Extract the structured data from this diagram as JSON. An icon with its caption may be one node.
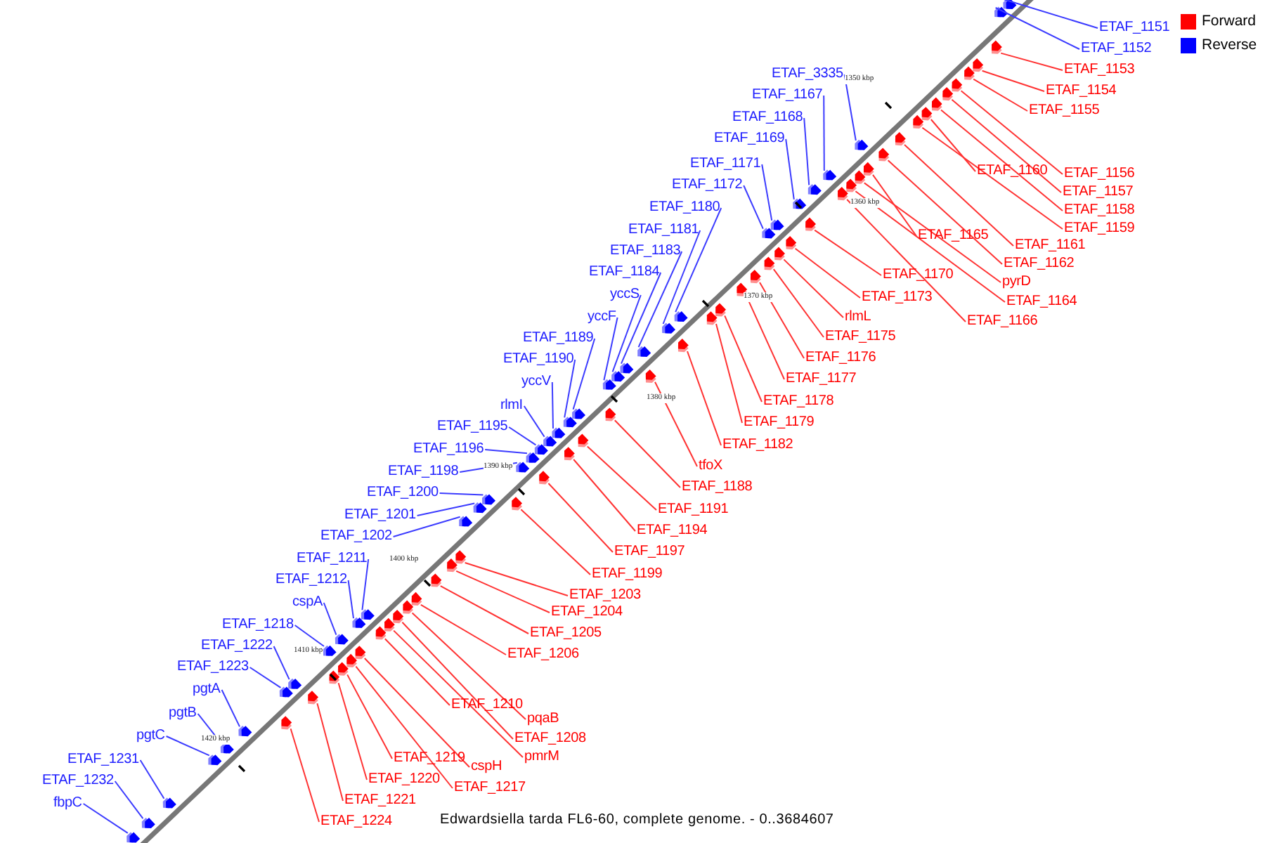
{
  "diagram": {
    "caption": "Edwardsiella tarda FL6-60, complete genome. - 0..3684607",
    "nodes": [
      {
        "text": [
          "ETAF_1151"
        ]
      },
      {
        "text": [
          "ETAF_1152"
        ]
      },
      {
        "text": [
          "ETAF_3335"
        ]
      },
      {
        "text": [
          "ETAF_1167"
        ]
      },
      {
        "text": [
          "ETAF_1168"
        ]
      },
      {
        "text": [
          "ETAF_1169"
        ]
      },
      {
        "text": [
          "ETAF_1171"
        ]
      },
      {
        "text": [
          "ETAF_1172"
        ]
      },
      {
        "text": [
          "ETAF_1180"
        ]
      },
      {
        "text": [
          "ETAF_1181"
        ]
      },
      {
        "text": [
          "ETAF_1183"
        ]
      },
      {
        "text": [
          "ETAF_1184"
        ]
      },
      {
        "text": [
          "yccS"
        ]
      },
      {
        "text": [
          "yccF"
        ]
      },
      {
        "text": [
          "ETAF_1189"
        ]
      },
      {
        "text": [
          "ETAF_1190"
        ]
      },
      {
        "text": [
          "yccV"
        ]
      },
      {
        "text": [
          "rlmI"
        ]
      },
      {
        "text": [
          "ETAF_1195"
        ]
      },
      {
        "text": [
          "ETAF_1196"
        ]
      },
      {
        "text": [
          "ETAF_1198"
        ]
      },
      {
        "text": [
          "ETAF_1200"
        ]
      },
      {
        "text": [
          "ETAF_1201"
        ]
      },
      {
        "text": [
          "ETAF_1202"
        ]
      },
      {
        "text": [
          "ETAF_1211"
        ]
      },
      {
        "text": [
          "ETAF_1212"
        ]
      },
      {
        "text": [
          "cspA"
        ]
      },
      {
        "text": [
          "ETAF_1218"
        ]
      },
      {
        "text": [
          "ETAF_1222"
        ]
      },
      {
        "text": [
          "ETAF_1223"
        ]
      },
      {
        "text": [
          "pgtA"
        ]
      },
      {
        "text": [
          "pgtB"
        ]
      },
      {
        "text": [
          "pgtC"
        ]
      },
      {
        "text": [
          "ETAF_1231"
        ]
      },
      {
        "text": [
          "ETAF_1232"
        ]
      },
      {
        "text": [
          "fbpC"
        ]
      },
      {
        "text": [
          "ETAF_1153"
        ]
      },
      {
        "text": [
          "ETAF_1154"
        ]
      },
      {
        "text": [
          "ETAF_1155"
        ]
      },
      {
        "text": [
          "ETAF_1160"
        ]
      },
      {
        "text": [
          "ETAF_1156"
        ]
      },
      {
        "text": [
          "ETAF_1157"
        ]
      },
      {
        "text": [
          "ETAF_1158"
        ]
      },
      {
        "text": [
          "ETAF_1159"
        ]
      },
      {
        "text": [
          "ETAF_1165"
        ]
      },
      {
        "text": [
          "ETAF_1161"
        ]
      },
      {
        "text": [
          "ETAF_1162"
        ]
      },
      {
        "text": [
          "pyrD"
        ]
      },
      {
        "text": [
          "ETAF_1164"
        ]
      },
      {
        "text": [
          "ETAF_1170"
        ]
      },
      {
        "text": [
          "ETAF_1173"
        ]
      },
      {
        "text": [
          "ETAF_1166"
        ]
      },
      {
        "text": [
          "rlmL"
        ]
      },
      {
        "text": [
          "ETAF_1175"
        ]
      },
      {
        "text": [
          "ETAF_1176"
        ]
      },
      {
        "text": [
          "ETAF_1177"
        ]
      },
      {
        "text": [
          "ETAF_1178"
        ]
      },
      {
        "text": [
          "ETAF_1179"
        ]
      },
      {
        "text": [
          "ETAF_1182"
        ]
      },
      {
        "text": [
          "tfoX"
        ]
      },
      {
        "text": [
          "ETAF_1188"
        ]
      },
      {
        "text": [
          "ETAF_1191"
        ]
      },
      {
        "text": [
          "ETAF_1194"
        ]
      },
      {
        "text": [
          "ETAF_1197"
        ]
      },
      {
        "text": [
          "ETAF_1199"
        ]
      },
      {
        "text": [
          "ETAF_1203"
        ]
      },
      {
        "text": [
          "ETAF_1204"
        ]
      },
      {
        "text": [
          "ETAF_1205"
        ]
      },
      {
        "text": [
          "ETAF_1206"
        ]
      },
      {
        "text": [
          "ETAF_1210"
        ]
      },
      {
        "text": [
          "pqaB"
        ]
      },
      {
        "text": [
          "ETAF_1208"
        ]
      },
      {
        "text": [
          "pmrM"
        ]
      },
      {
        "text": [
          "ETAF_1219"
        ]
      },
      {
        "text": [
          "cspH"
        ]
      },
      {
        "text": [
          "ETAF_1220"
        ]
      },
      {
        "text": [
          "ETAF_1217"
        ]
      },
      {
        "text": [
          "ETAF_1221"
        ]
      },
      {
        "text": [
          "ETAF_1224"
        ]
      },
      {
        "text": [],
        "shape": "pentagon"
      },
      {
        "text": [],
        "shape": "pentagon"
      },
      {
        "text": [],
        "shape": "pentagon"
      },
      {
        "text": [],
        "shape": "pentagon"
      },
      {
        "text": [],
        "shape": "pentagon"
      },
      {
        "text": [],
        "shape": "pentagon"
      },
      {
        "text": [],
        "shape": "pentagon"
      },
      {
        "text": [],
        "shape": "pentagon"
      },
      {
        "text": [],
        "shape": "pentagon"
      },
      {
        "text": [],
        "shape": "pentagon"
      },
      {
        "text": [],
        "shape": "pentagon"
      },
      {
        "text": [],
        "shape": "pentagon"
      },
      {
        "text": [],
        "shape": "pentagon"
      },
      {
        "text": [],
        "shape": "pentagon"
      },
      {
        "text": [],
        "shape": "pentagon"
      },
      {
        "text": [],
        "shape": "pentagon"
      },
      {
        "text": [],
        "shape": "pentagon"
      },
      {
        "text": [],
        "shape": "pentagon"
      },
      {
        "text": [],
        "shape": "pentagon"
      },
      {
        "text": [],
        "shape": "pentagon"
      },
      {
        "text": [],
        "shape": "pentagon"
      },
      {
        "text": [],
        "shape": "pentagon"
      },
      {
        "text": [],
        "shape": "pentagon"
      },
      {
        "text": [],
        "shape": "pentagon"
      },
      {
        "text": [],
        "shape": "pentagon"
      },
      {
        "text": [],
        "shape": "pentagon"
      },
      {
        "text": [],
        "shape": "pentagon"
      },
      {
        "text": [],
        "shape": "pentagon"
      },
      {
        "text": [],
        "shape": "pentagon"
      },
      {
        "text": [],
        "shape": "pentagon"
      },
      {
        "text": [],
        "shape": "pentagon"
      },
      {
        "text": [],
        "shape": "pentagon"
      },
      {
        "text": [],
        "shape": "pentagon"
      },
      {
        "text": [],
        "shape": "pentagon"
      },
      {
        "text": [],
        "shape": "pentagon"
      },
      {
        "text": [],
        "shape": "pentagon"
      },
      {
        "text": [],
        "shape": "pentagon"
      },
      {
        "text": [],
        "shape": "pentagon"
      },
      {
        "text": [],
        "shape": "pentagon"
      },
      {
        "text": [],
        "shape": "pentagon"
      },
      {
        "text": [],
        "shape": "pentagon"
      },
      {
        "text": [],
        "shape": "pentagon"
      },
      {
        "text": [],
        "shape": "pentagon"
      },
      {
        "text": [],
        "shape": "pentagon"
      },
      {
        "text": [],
        "shape": "pentagon"
      },
      {
        "text": [],
        "shape": "pentagon"
      },
      {
        "text": [],
        "shape": "pentagon"
      },
      {
        "text": [],
        "shape": "pentagon"
      },
      {
        "text": [],
        "shape": "pentagon"
      },
      {
        "text": [],
        "shape": "pentagon"
      },
      {
        "text": [],
        "shape": "pentagon"
      },
      {
        "text": [],
        "shape": "pentagon"
      },
      {
        "text": [],
        "shape": "pentagon"
      },
      {
        "text": [],
        "shape": "pentagon"
      },
      {
        "text": [],
        "shape": "pentagon"
      },
      {
        "text": [],
        "shape": "pentagon"
      },
      {
        "text": [],
        "shape": "pentagon"
      },
      {
        "text": [],
        "shape": "pentagon"
      },
      {
        "text": [],
        "shape": "pentagon"
      },
      {
        "text": [],
        "shape": "pentagon"
      },
      {
        "text": [],
        "shape": "pentagon"
      },
      {
        "text": [],
        "shape": "pentagon"
      },
      {
        "text": [],
        "shape": "pentagon"
      },
      {
        "text": [],
        "shape": "pentagon"
      },
      {
        "text": [],
        "shape": "pentagon"
      },
      {
        "text": [],
        "shape": "pentagon"
      },
      {
        "text": [],
        "shape": "pentagon"
      },
      {
        "text": [],
        "shape": "pentagon"
      },
      {
        "text": [],
        "shape": "pentagon"
      },
      {
        "text": [],
        "shape": "pentagon"
      },
      {
        "text": [],
        "shape": "pentagon"
      },
      {
        "text": [],
        "shape": "pentagon"
      },
      {
        "text": [],
        "shape": "pentagon"
      },
      {
        "text": [],
        "shape": "pentagon"
      },
      {
        "text": [],
        "shape": "pentagon"
      },
      {
        "text": [],
        "shape": "pentagon"
      },
      {
        "text": [],
        "shape": "pentagon"
      },
      {
        "text": [],
        "shape": "pentagon"
      },
      {
        "text": [],
        "shape": "pentagon"
      }
    ],
    "edges": [
      {
        "from": 0,
        "to": 79,
        "arrow": "none",
        "color": "#3c3cff"
      },
      {
        "from": 1,
        "to": 80,
        "arrow": "none",
        "color": "#3c3cff"
      },
      {
        "from": 2,
        "to": 81,
        "arrow": "none",
        "color": "#3c3cff"
      },
      {
        "from": 3,
        "to": 82,
        "arrow": "none",
        "color": "#3c3cff"
      },
      {
        "from": 4,
        "to": 83,
        "arrow": "none",
        "color": "#3c3cff"
      },
      {
        "from": 5,
        "to": 84,
        "arrow": "none",
        "color": "#3c3cff"
      },
      {
        "from": 6,
        "to": 85,
        "arrow": "none",
        "color": "#3c3cff"
      },
      {
        "from": 7,
        "to": 86,
        "arrow": "none",
        "color": "#3c3cff"
      },
      {
        "from": 8,
        "to": 87,
        "arrow": "none",
        "color": "#3c3cff"
      },
      {
        "from": 9,
        "to": 88,
        "arrow": "none",
        "color": "#3c3cff"
      },
      {
        "from": 10,
        "to": 89,
        "arrow": "none",
        "color": "#3c3cff"
      },
      {
        "from": 11,
        "to": 90,
        "arrow": "none",
        "color": "#3c3cff"
      },
      {
        "from": 12,
        "to": 91,
        "arrow": "none",
        "color": "#3c3cff"
      },
      {
        "from": 13,
        "to": 92,
        "arrow": "none",
        "color": "#3c3cff"
      },
      {
        "from": 14,
        "to": 93,
        "arrow": "none",
        "color": "#3c3cff"
      },
      {
        "from": 15,
        "to": 94,
        "arrow": "none",
        "color": "#3c3cff"
      },
      {
        "from": 16,
        "to": 95,
        "arrow": "none",
        "color": "#3c3cff"
      },
      {
        "from": 17,
        "to": 96,
        "arrow": "none",
        "color": "#3c3cff"
      },
      {
        "from": 18,
        "to": 97,
        "arrow": "none",
        "color": "#3c3cff"
      },
      {
        "from": 19,
        "to": 98,
        "arrow": "none",
        "color": "#3c3cff"
      },
      {
        "from": 20,
        "to": 99,
        "arrow": "none",
        "color": "#3c3cff"
      },
      {
        "from": 21,
        "to": 100,
        "arrow": "none",
        "color": "#3c3cff"
      },
      {
        "from": 22,
        "to": 101,
        "arrow": "none",
        "color": "#3c3cff"
      },
      {
        "from": 23,
        "to": 102,
        "arrow": "none",
        "color": "#3c3cff"
      },
      {
        "from": 24,
        "to": 103,
        "arrow": "none",
        "color": "#3c3cff"
      },
      {
        "from": 25,
        "to": 104,
        "arrow": "none",
        "color": "#3c3cff"
      },
      {
        "from": 26,
        "to": 105,
        "arrow": "none",
        "color": "#3c3cff"
      },
      {
        "from": 27,
        "to": 106,
        "arrow": "none",
        "color": "#3c3cff"
      },
      {
        "from": 28,
        "to": 107,
        "arrow": "none",
        "color": "#3c3cff"
      },
      {
        "from": 29,
        "to": 108,
        "arrow": "none",
        "color": "#3c3cff"
      },
      {
        "from": 30,
        "to": 109,
        "arrow": "none",
        "color": "#3c3cff"
      },
      {
        "from": 31,
        "to": 110,
        "arrow": "none",
        "color": "#3c3cff"
      },
      {
        "from": 32,
        "to": 111,
        "arrow": "none",
        "color": "#3c3cff"
      },
      {
        "from": 33,
        "to": 112,
        "arrow": "none",
        "color": "#3c3cff"
      },
      {
        "from": 34,
        "to": 113,
        "arrow": "none",
        "color": "#3c3cff"
      },
      {
        "from": 35,
        "to": 114,
        "arrow": "none",
        "color": "#3c3cff"
      },
      {
        "from": 36,
        "to": 115,
        "arrow": "none"
      },
      {
        "from": 37,
        "to": 116,
        "arrow": "none"
      },
      {
        "from": 38,
        "to": 117,
        "arrow": "none"
      },
      {
        "from": 39,
        "to": 118,
        "arrow": "none"
      },
      {
        "from": 40,
        "to": 119,
        "arrow": "none"
      },
      {
        "from": 41,
        "to": 120,
        "arrow": "none"
      },
      {
        "from": 42,
        "to": 121,
        "arrow": "none"
      },
      {
        "from": 43,
        "to": 122,
        "arrow": "none"
      },
      {
        "from": 44,
        "to": 123,
        "arrow": "none"
      },
      {
        "from": 45,
        "to": 124,
        "arrow": "none"
      },
      {
        "from": 46,
        "to": 125,
        "arrow": "none"
      },
      {
        "from": 47,
        "to": 126,
        "arrow": "none"
      },
      {
        "from": 48,
        "to": 127,
        "arrow": "none"
      },
      {
        "from": 49,
        "to": 128,
        "arrow": "none"
      },
      {
        "from": 50,
        "to": 129,
        "arrow": "none"
      },
      {
        "from": 51,
        "to": 130,
        "arrow": "none"
      },
      {
        "from": 52,
        "to": 131,
        "arrow": "none"
      },
      {
        "from": 53,
        "to": 132,
        "arrow": "none"
      },
      {
        "from": 54,
        "to": 133,
        "arrow": "none"
      },
      {
        "from": 55,
        "to": 134,
        "arrow": "none"
      },
      {
        "from": 56,
        "to": 135,
        "arrow": "none"
      },
      {
        "from": 57,
        "to": 136,
        "arrow": "none"
      },
      {
        "from": 58,
        "to": 137,
        "arrow": "none"
      },
      {
        "from": 59,
        "to": 138,
        "arrow": "none"
      },
      {
        "from": 60,
        "to": 139,
        "arrow": "none"
      },
      {
        "from": 61,
        "to": 140,
        "arrow": "none"
      },
      {
        "from": 62,
        "to": 141,
        "arrow": "none"
      },
      {
        "from": 63,
        "to": 142,
        "arrow": "none"
      },
      {
        "from": 64,
        "to": 143,
        "arrow": "none"
      },
      {
        "from": 65,
        "to": 144,
        "arrow": "none"
      },
      {
        "from": 66,
        "to": 145,
        "arrow": "none"
      },
      {
        "from": 67,
        "to": 146,
        "arrow": "none"
      },
      {
        "from": 68,
        "to": 147,
        "arrow": "none"
      },
      {
        "from": 69,
        "to": 148,
        "arrow": "none"
      },
      {
        "from": 70,
        "to": 149,
        "arrow": "none"
      },
      {
        "from": 71,
        "to": 150,
        "arrow": "none"
      },
      {
        "from": 72,
        "to": 151,
        "arrow": "none"
      },
      {
        "from": 73,
        "to": 152,
        "arrow": "none"
      },
      {
        "from": 74,
        "to": 153,
        "arrow": "none"
      },
      {
        "from": 75,
        "to": 154,
        "arrow": "none"
      },
      {
        "from": 76,
        "to": 155,
        "arrow": "none"
      },
      {
        "from": 77,
        "to": 156,
        "arrow": "none"
      },
      {
        "from": 78,
        "to": 157,
        "arrow": "none"
      }
    ],
    "labels": [
      "1350 kbp",
      "1360 kbp",
      "1370 kbp",
      "1380 kbp",
      "1390 kbp",
      "1400 kbp",
      "1410 kbp",
      "1420 kbp"
    ],
    "legend": [
      {
        "text": "Forward",
        "color": "#ff0000"
      },
      {
        "text": "Reverse",
        "color": "#0000ff"
      }
    ]
  }
}
